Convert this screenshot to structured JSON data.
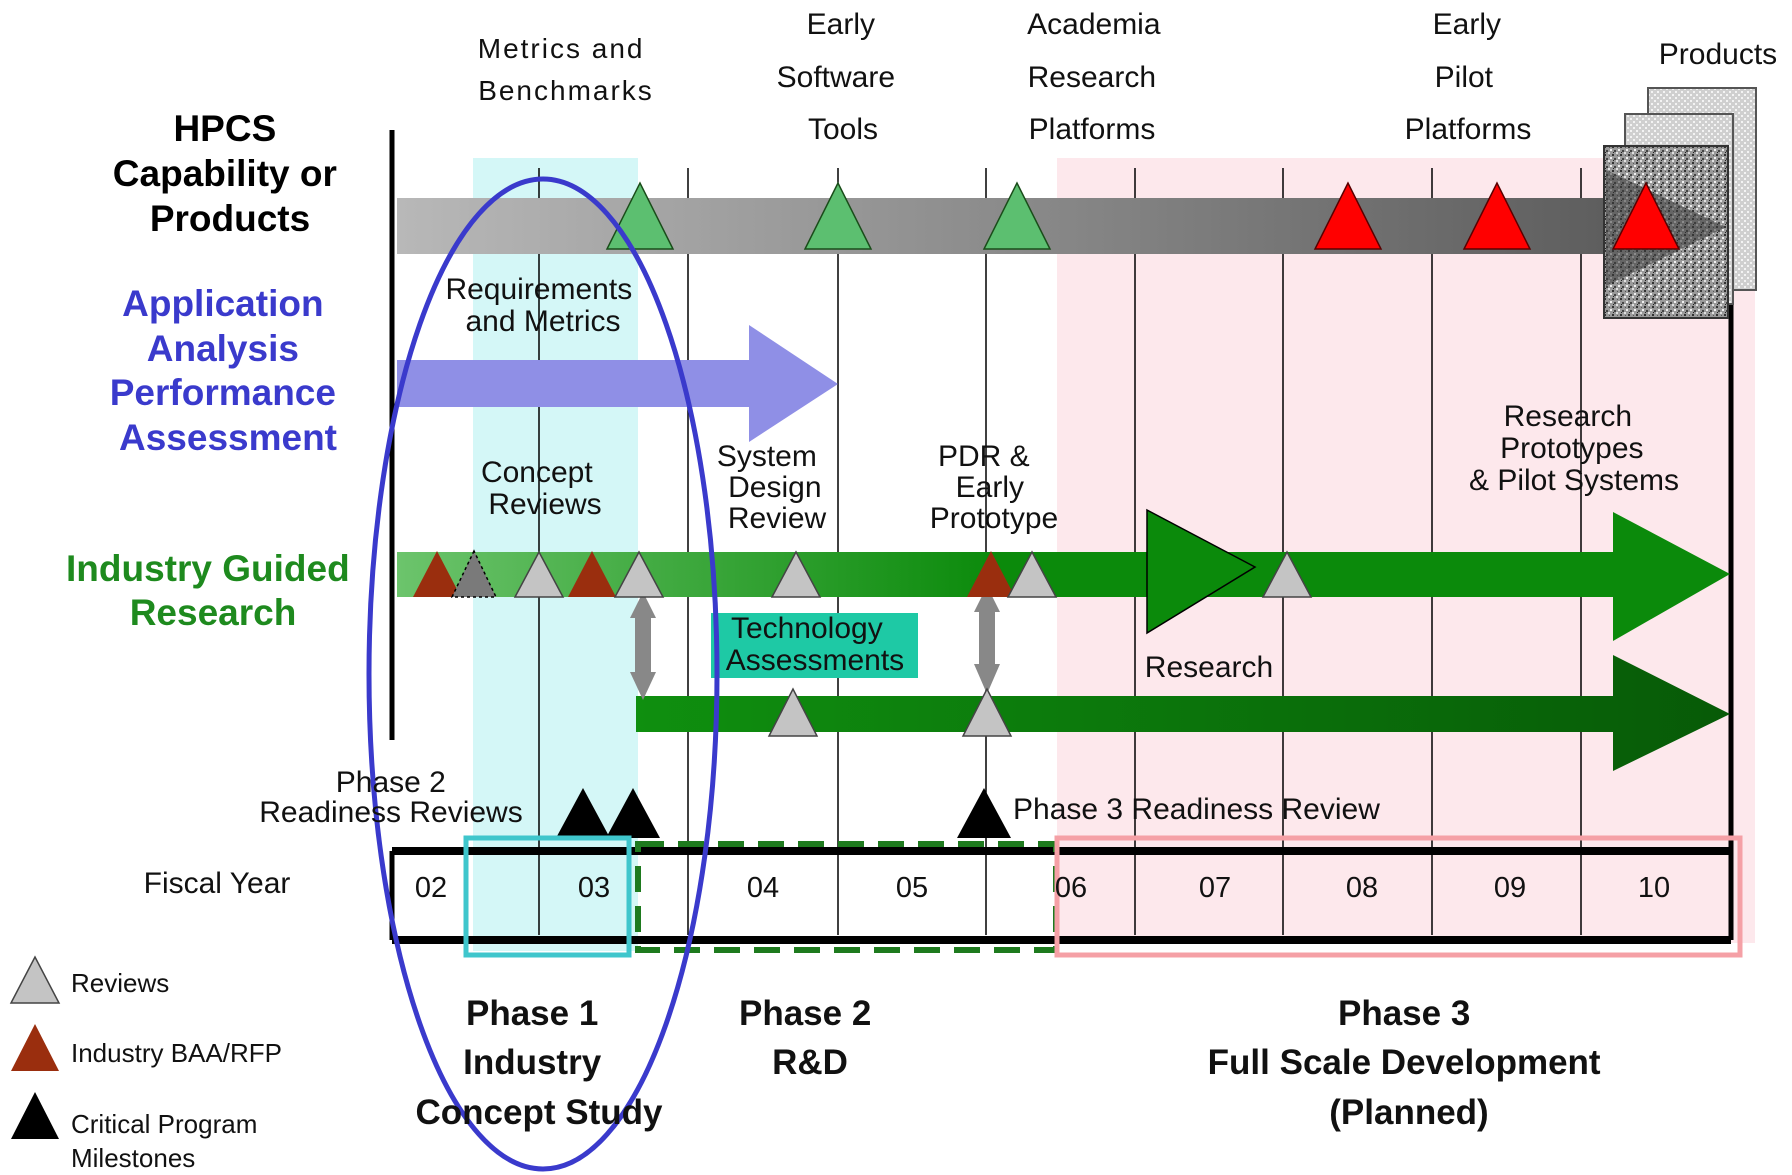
{
  "row_labels": {
    "hpcs": [
      "HPCS",
      "Capability or",
      "Products"
    ],
    "application": [
      "Application",
      "Analysis",
      "Performance",
      "Assessment"
    ],
    "industry": [
      "Industry Guided",
      "Research"
    ]
  },
  "top_labels": {
    "metrics": [
      "Metrics and",
      "Benchmarks"
    ],
    "early_software": [
      "Early",
      "Software",
      "Tools"
    ],
    "academia": [
      "Academia",
      "Research",
      "Platforms"
    ],
    "early_pilot": [
      "Early",
      "Pilot",
      "Platforms"
    ],
    "products": "Products"
  },
  "annotations": {
    "requirements": [
      "Requirements",
      "and Metrics"
    ],
    "concept_reviews": [
      "Concept",
      "Reviews"
    ],
    "system_design": [
      "System",
      "Design",
      "Review"
    ],
    "pdr": [
      "PDR &",
      "Early",
      "Prototype"
    ],
    "research_prototypes": [
      "Research",
      "Prototypes",
      "& Pilot Systems"
    ],
    "technology_assessments": [
      "Technology",
      "Assessments"
    ],
    "research": "Research",
    "phase2_readiness": [
      "Phase 2",
      "Readiness Reviews"
    ],
    "phase3_readiness": "Phase 3 Readiness Review"
  },
  "fiscal_year_label": "Fiscal Year",
  "years": [
    "02",
    "03",
    "04",
    "05",
    "06",
    "07",
    "08",
    "09",
    "10"
  ],
  "phases": {
    "phase1": [
      "Phase 1",
      "Industry",
      "Concept Study"
    ],
    "phase2": [
      "Phase 2",
      "R&D"
    ],
    "phase3": [
      "Phase 3",
      "Full Scale Development",
      "(Planned)"
    ]
  },
  "legend": {
    "reviews": "Reviews",
    "baa": "Industry BAA/RFP",
    "critical": [
      "Critical Program",
      "Milestones"
    ]
  },
  "colors": {
    "phase1_band": "#d4f7f7",
    "phase3_band": "#fde8ec",
    "ellipse": "#3a3acc",
    "application_label": "#3a3acc",
    "industry_label": "#1e8a1e",
    "application_arrow": "#8f8fe6",
    "industry_arrow": "#0b8a0b",
    "review": "#c4c4c4",
    "baa": "#9a2e0e",
    "critical": "#000000",
    "hpcs_milestone": "#5cbf70",
    "pilot_milestone": "#ff0000",
    "tech_box": "#1ec9a5",
    "phase1_box": "#3fc6cc",
    "phase2_box": "#1e7a1e",
    "phase3_box": "#f5a0a6"
  }
}
